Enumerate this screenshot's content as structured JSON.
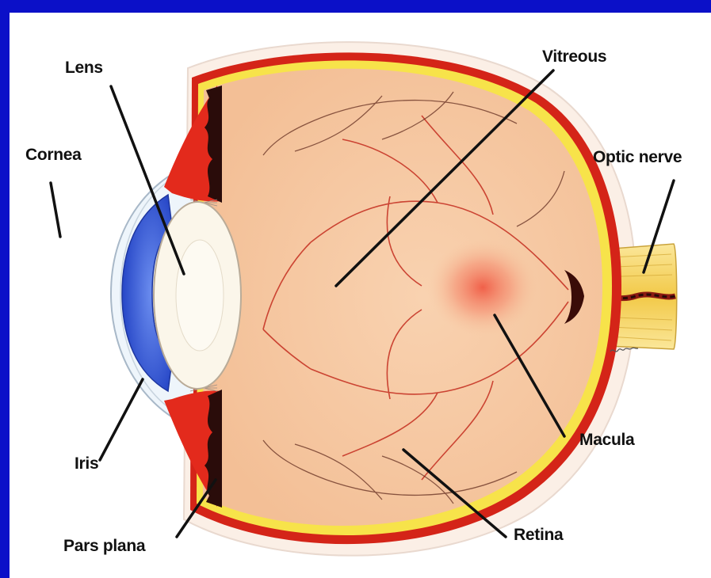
{
  "diagram": {
    "labels": {
      "lens": "Lens",
      "vitreous": "Vitreous",
      "cornea": "Cornea",
      "optic_nerve": "Optic nerve",
      "iris": "Iris",
      "macula": "Macula",
      "pars_plana": "Pars plana",
      "retina": "Retina"
    },
    "colors": {
      "background_frame": "#0b10c8",
      "panel": "#ffffff",
      "vitreous": "#f6c7a0",
      "sclera_outline": "#d42418",
      "choroid_band": "#f7e34a",
      "iris": "#3a5fd8",
      "lens": "#fbf6ea",
      "ciliary_body": "#e32a1c",
      "optic_nerve": "#f6d86a",
      "macula": "#f2795a",
      "vessels": "#c42d1f"
    }
  }
}
